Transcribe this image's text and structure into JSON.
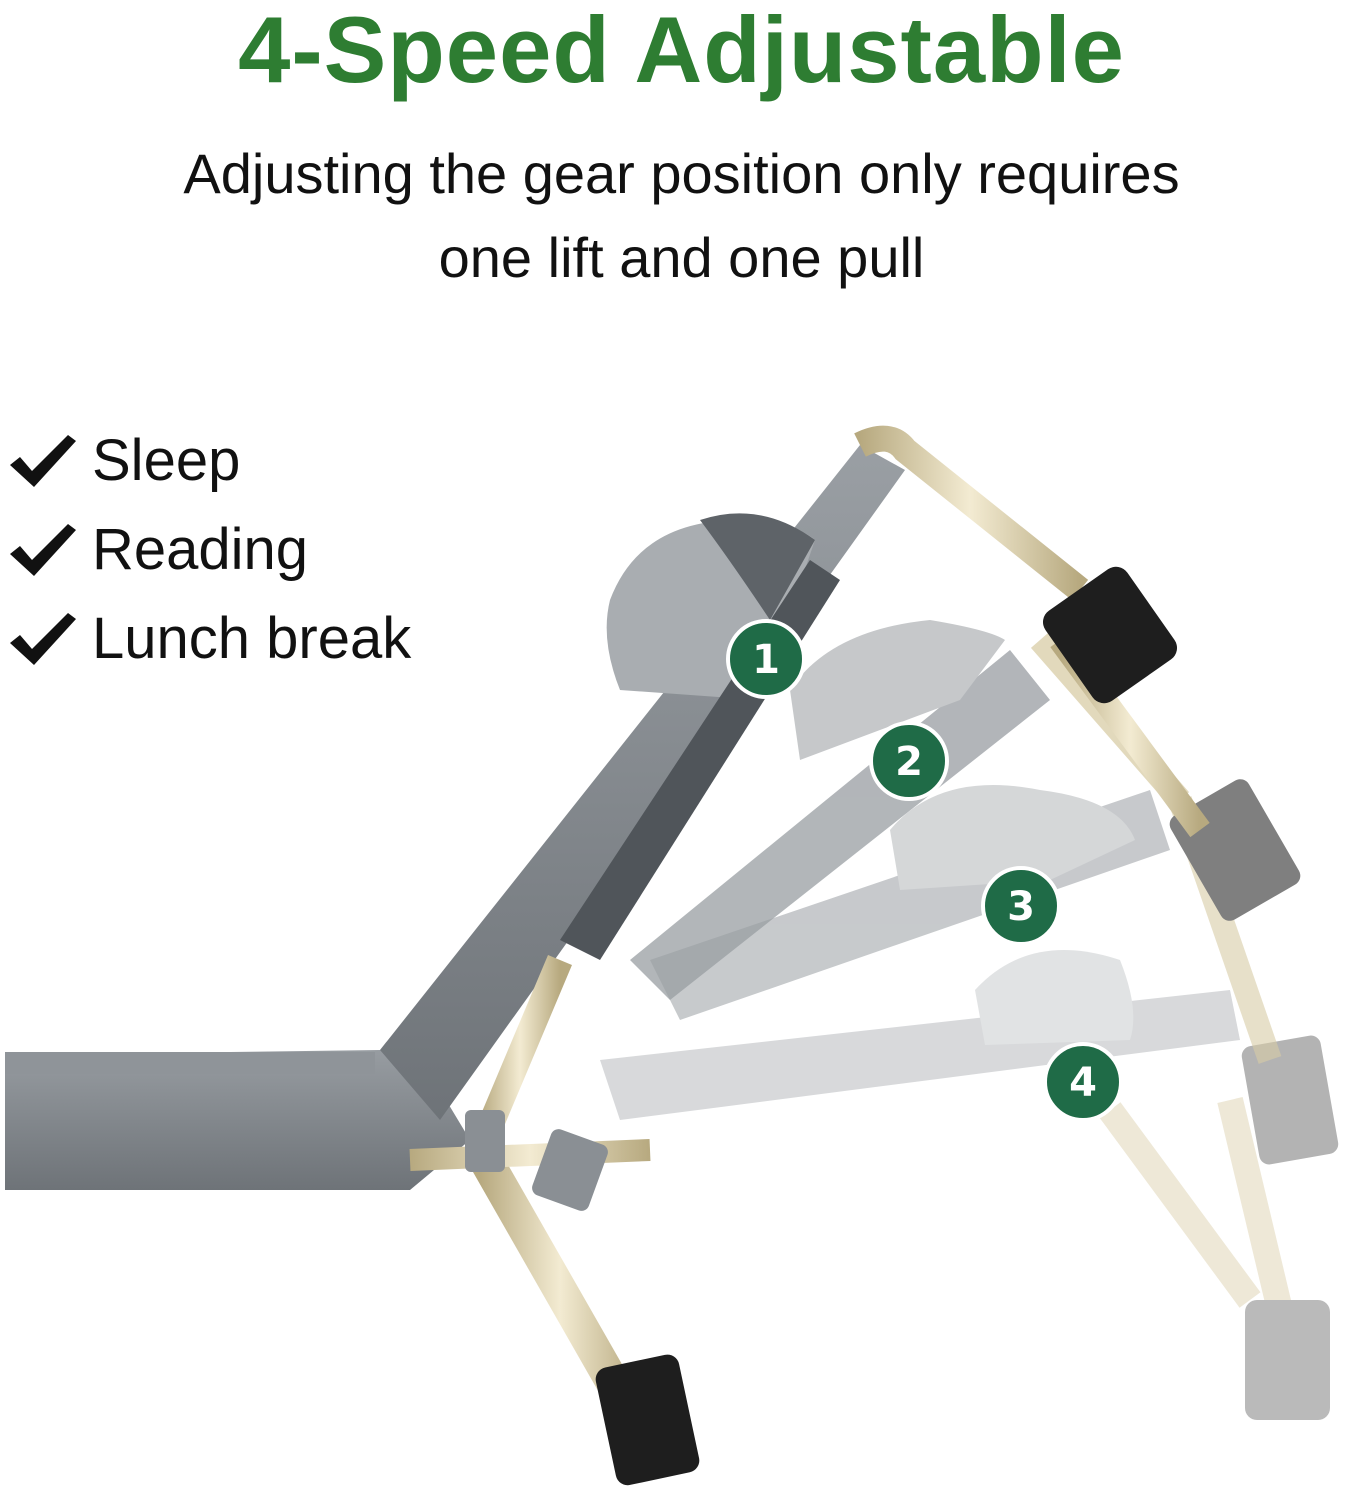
{
  "header": {
    "title": "4-Speed Adjustable",
    "subtitle_line1": "Adjusting the gear position only requires",
    "subtitle_line2": "one lift and one pull"
  },
  "features": [
    {
      "label": "Sleep",
      "icon": "checkmark-icon"
    },
    {
      "label": "Reading",
      "icon": "checkmark-icon"
    },
    {
      "label": "Lunch break",
      "icon": "checkmark-icon"
    }
  ],
  "positions": [
    {
      "label": "1"
    },
    {
      "label": "2"
    },
    {
      "label": "3"
    },
    {
      "label": "4"
    }
  ],
  "colors": {
    "title": "#2E7D32",
    "badge": "#1F6B47",
    "fabric": "#8C9196",
    "fabric_light": "#B5B8BB",
    "frame": "#D8CCA6",
    "foot": "#1E1E1E"
  }
}
